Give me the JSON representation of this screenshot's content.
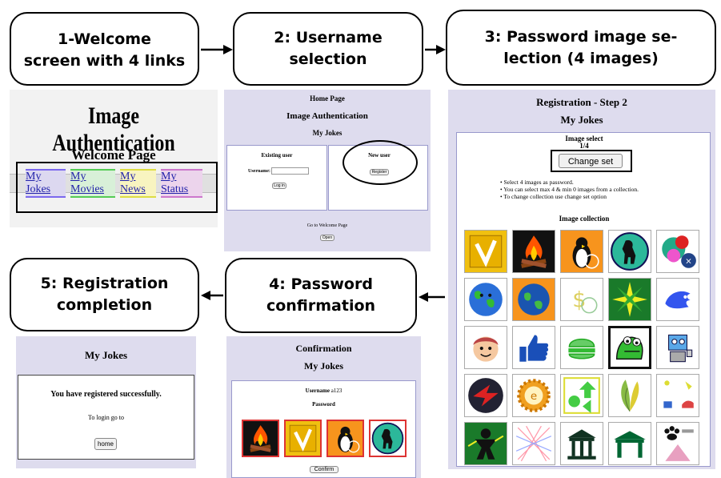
{
  "steps": {
    "s1": "1-Welcome\nscreen with 4 links",
    "s2": "2: Username\nselection",
    "s3": "3: Password image se-\nlection (4 images)",
    "s4": "4: Password\nconfirmation",
    "s5": "5: Registration\ncompletion"
  },
  "welcome": {
    "title": "Image Authentication",
    "subtitle": "Welcome Page",
    "links": [
      "My Jokes",
      "My Movies",
      "My News",
      "My Status"
    ]
  },
  "username": {
    "home": "Home Page",
    "title": "Image Authentication",
    "app": "My Jokes",
    "existing": "Existing user",
    "username_label": "Username:",
    "login_button": "Log in",
    "new_user": "New user",
    "register_button": "Register",
    "goto": "Go to Welcome Page",
    "open_button": "Open"
  },
  "selection": {
    "title": "Registration - Step 2",
    "app": "My Jokes",
    "image_select": "Image select",
    "count": "1/4",
    "change_set": "Change set",
    "bullets": [
      "Select 4 images as password.",
      "You can select max 4 & min 0 images from a collection.",
      "To change collection use change set option"
    ],
    "collection": "Image collection",
    "icons": [
      "v-logo",
      "campfire",
      "penguin",
      "bigfoot",
      "balls",
      "earth-face",
      "earth",
      "dollar",
      "compass-star",
      "blue-bird",
      "kid-face",
      "thumbs-up",
      "burger",
      "frog",
      "robot",
      "red-bolt",
      "gear-coin",
      "arrows",
      "leaves",
      "animals",
      "ninja",
      "lines",
      "temple",
      "gateway",
      "paw-cone"
    ]
  },
  "confirmation": {
    "title": "Confirmation",
    "app": "My Jokes",
    "username_label": "Username",
    "username_value": "a123",
    "password_label": "Password",
    "password_icons": [
      "campfire",
      "v-logo",
      "penguin",
      "bigfoot"
    ],
    "confirm_button": "Confirm"
  },
  "completion": {
    "app": "My Jokes",
    "message": "You have registered successfully.",
    "login_text": "To login go to",
    "home_button": "home"
  }
}
